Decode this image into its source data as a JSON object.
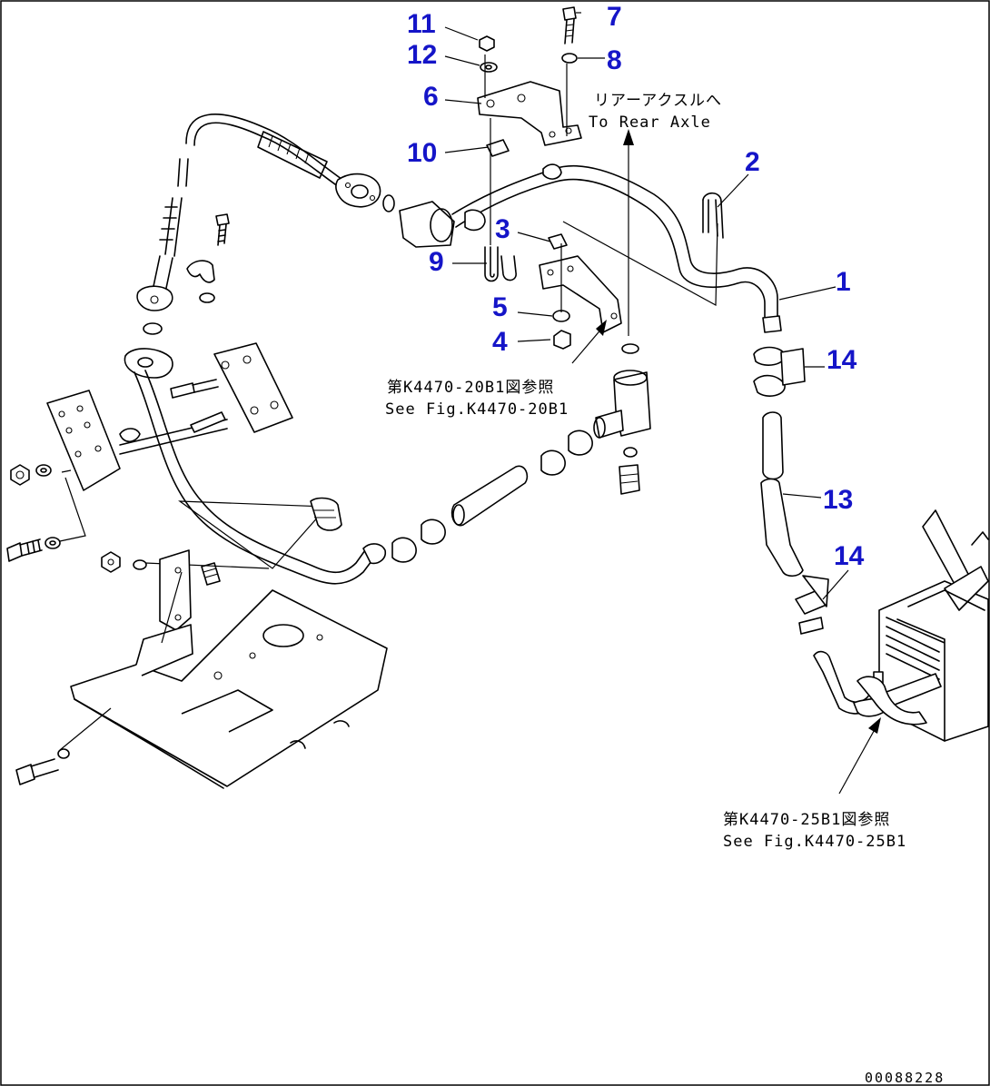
{
  "callouts": [
    {
      "id": "c1",
      "label": "1"
    },
    {
      "id": "c2",
      "label": "2"
    },
    {
      "id": "c3",
      "label": "3"
    },
    {
      "id": "c4",
      "label": "4"
    },
    {
      "id": "c5",
      "label": "5"
    },
    {
      "id": "c6",
      "label": "6"
    },
    {
      "id": "c7",
      "label": "7"
    },
    {
      "id": "c8",
      "label": "8"
    },
    {
      "id": "c9",
      "label": "9"
    },
    {
      "id": "c10",
      "label": "10"
    },
    {
      "id": "c11",
      "label": "11"
    },
    {
      "id": "c12",
      "label": "12"
    },
    {
      "id": "c13",
      "label": "13"
    },
    {
      "id": "c14a",
      "label": "14"
    },
    {
      "id": "c14b",
      "label": "14"
    }
  ],
  "notes": {
    "rear_axle_jp": "リアーアクスルへ",
    "rear_axle_en": "To Rear Axle",
    "ref1_jp": "第K4470-20B1図参照",
    "ref1_en": "See Fig.K4470-20B1",
    "ref2_jp": "第K4470-25B1図参照",
    "ref2_en": "See Fig.K4470-25B1"
  },
  "doc_id": "00088228",
  "colors": {
    "callout": "#1515c8",
    "line": "#000000",
    "background": "#ffffff"
  }
}
